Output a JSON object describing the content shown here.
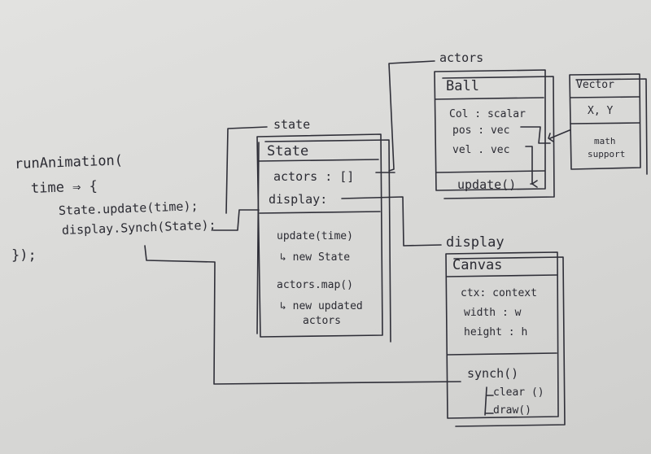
{
  "code": {
    "line1": "runAnimation(",
    "line2": "time ⇒ {",
    "line3": "State.update(time);",
    "line4": "display.Synch(State);",
    "line5": "});"
  },
  "state_box": {
    "caption": "state",
    "title": "State",
    "fields": [
      "actors : []",
      "display:"
    ],
    "methods": [
      "update(time)",
      "↳ new State",
      "actors.map()",
      "↳ new updated",
      "actors"
    ]
  },
  "ball_box": {
    "caption": "actors",
    "title": "Ball",
    "fields": [
      "Col : scalar",
      "pos : vec",
      "vel . vec"
    ],
    "methods": [
      "update()"
    ]
  },
  "vector_box": {
    "title": "Vector",
    "fields": [
      "X, Y"
    ],
    "notes": [
      "math",
      "support"
    ]
  },
  "canvas_box": {
    "caption": "display",
    "title": "Canvas",
    "fields": [
      "ctx: context",
      "width : w",
      "height : h"
    ],
    "methods": [
      "synch()",
      "clear ()",
      "draw()"
    ]
  }
}
